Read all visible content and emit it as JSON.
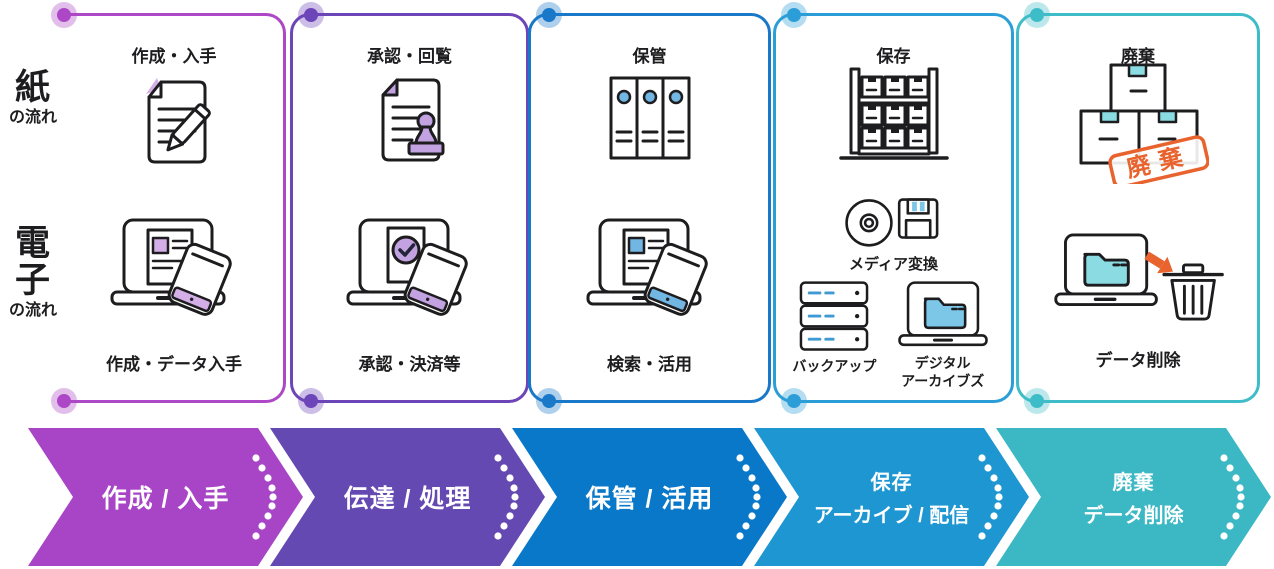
{
  "rows": {
    "paper": {
      "title": "紙",
      "subtitle": "の流れ"
    },
    "electronic": {
      "title": "電子",
      "subtitle": "の流れ"
    }
  },
  "stages": [
    {
      "name": "create-acquire",
      "border_color": "#ac48c6",
      "icon_accent": "#d4aee6",
      "paper_label": "作成・入手",
      "electronic_label": "作成・データ入手",
      "icons": {
        "paper": "document-pencil-icon",
        "electronic": "laptop-document-tablet-icon"
      },
      "chevron": {
        "color": "#a845c6",
        "line1": "作成 / 入手"
      }
    },
    {
      "name": "transmit-process",
      "border_color": "#6c45b8",
      "icon_accent": "#c2a2e0",
      "paper_label": "承認・回覧",
      "electronic_label": "承認・決済等",
      "icons": {
        "paper": "document-stamp-icon",
        "electronic": "laptop-check-tablet-icon"
      },
      "chevron": {
        "color": "#6549b2",
        "line1": "伝達 / 処理"
      }
    },
    {
      "name": "store-utilize",
      "border_color": "#1a78c8",
      "icon_accent": "#72b6e4",
      "paper_label": "保管",
      "electronic_label": "検索・活用",
      "icons": {
        "paper": "binders-icon",
        "electronic": "laptop-document-tablet-icon"
      },
      "chevron": {
        "color": "#0a78c8",
        "line1": "保管 / 活用"
      }
    },
    {
      "name": "preserve-archive",
      "border_color": "#2b9ed8",
      "icon_accent": "#7cc6e8",
      "icon_accent_strong": "#3f9ad4",
      "paper_label": "保存",
      "media_label": "メディア変換",
      "backup_label": "バックアップ",
      "archive_label1": "デジタル",
      "archive_label2": "アーカイブズ",
      "icons": {
        "paper": "storage-rack-icon",
        "electronic": "cd-floppy-icon, server-icon, laptop-folder-icon"
      },
      "chevron": {
        "color": "#1e96d2",
        "line1": "保存",
        "line2": "アーカイブ / 配信"
      }
    },
    {
      "name": "dispose-delete",
      "border_color": "#3ebdc9",
      "icon_accent": "#8adce2",
      "accent_orange": "#e8632d",
      "paper_label": "廃棄",
      "stamp_text": "廃棄",
      "electronic_label": "データ削除",
      "icons": {
        "paper": "boxes-disposal-stamp-icon",
        "electronic": "laptop-folder-trash-icon"
      },
      "chevron": {
        "color": "#3cb8c4",
        "line1": "廃棄",
        "line2": "データ削除"
      }
    }
  ]
}
